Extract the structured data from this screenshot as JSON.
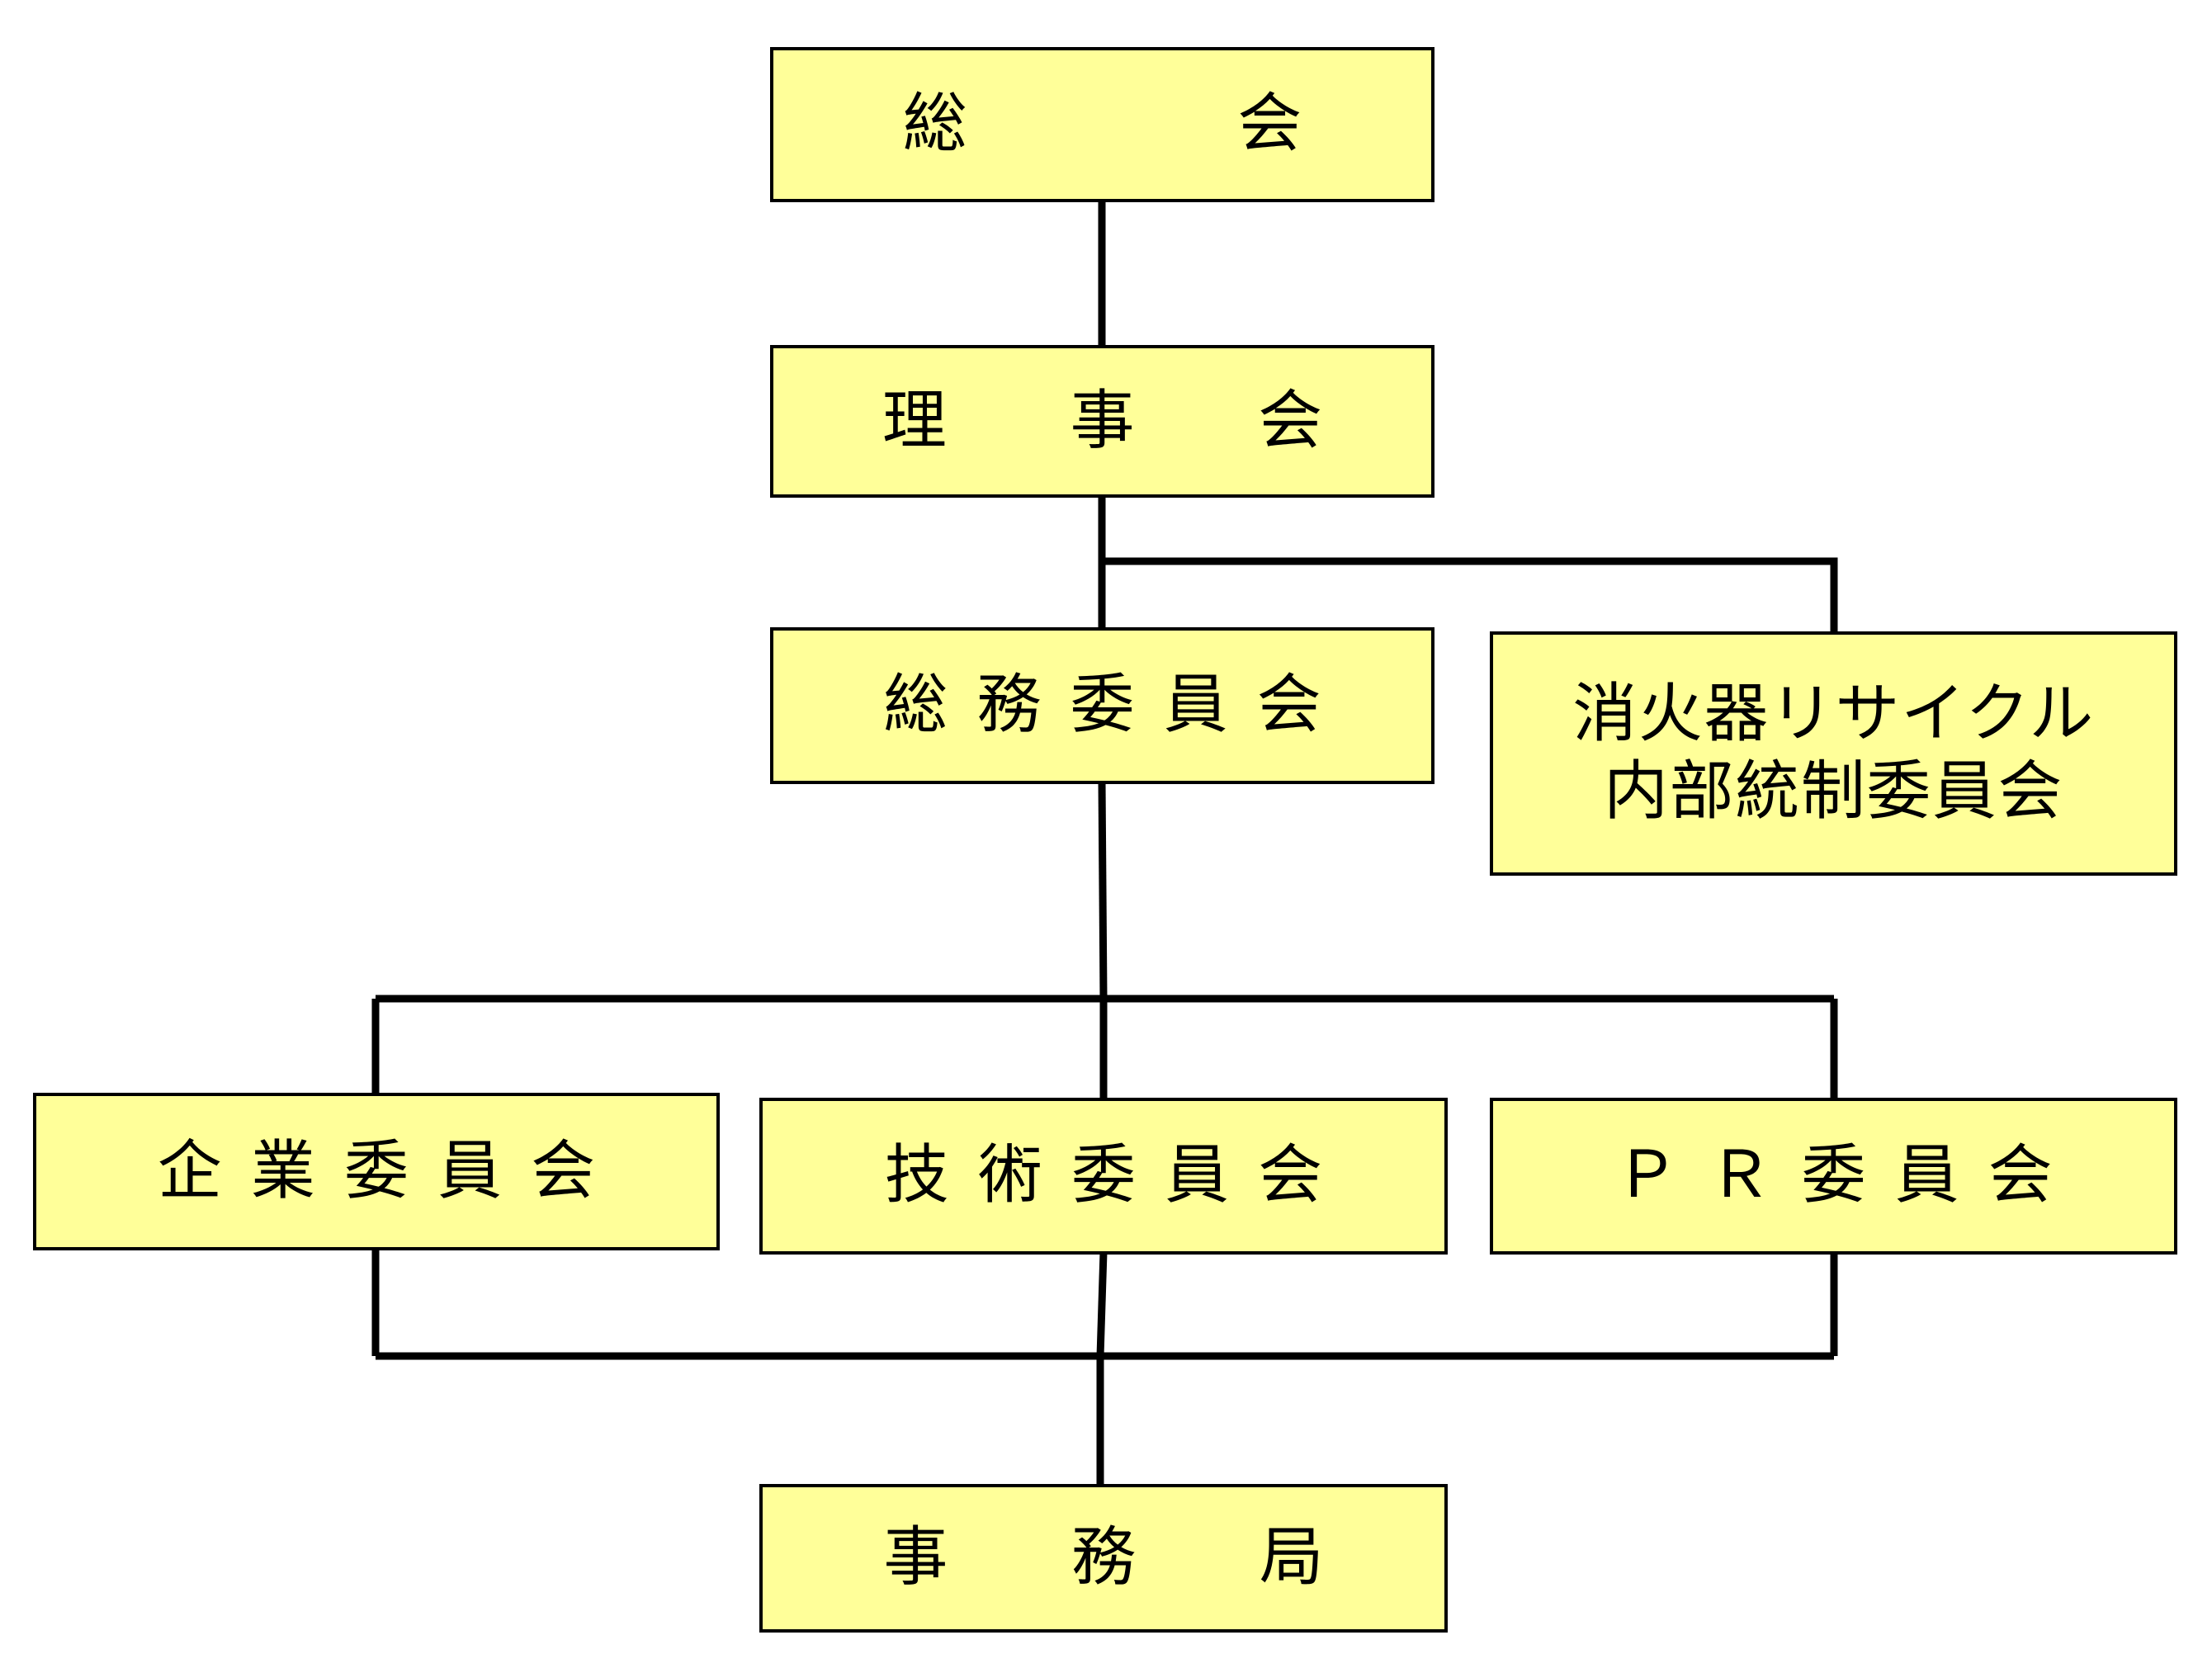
{
  "colors": {
    "box_fill": "#ffff99",
    "box_border": "#000000",
    "line": "#000000"
  },
  "nodes": {
    "general_assembly": "総　会",
    "board": "理 事 会",
    "general_affairs": "総務委員会",
    "recycle_internal": [
      "消火器リサイクル",
      "内部統制委員会"
    ],
    "enterprise": "企業委員会",
    "technical": "技術委員会",
    "pr": "ＰＲ委員会",
    "secretariat": "事 務 局"
  }
}
